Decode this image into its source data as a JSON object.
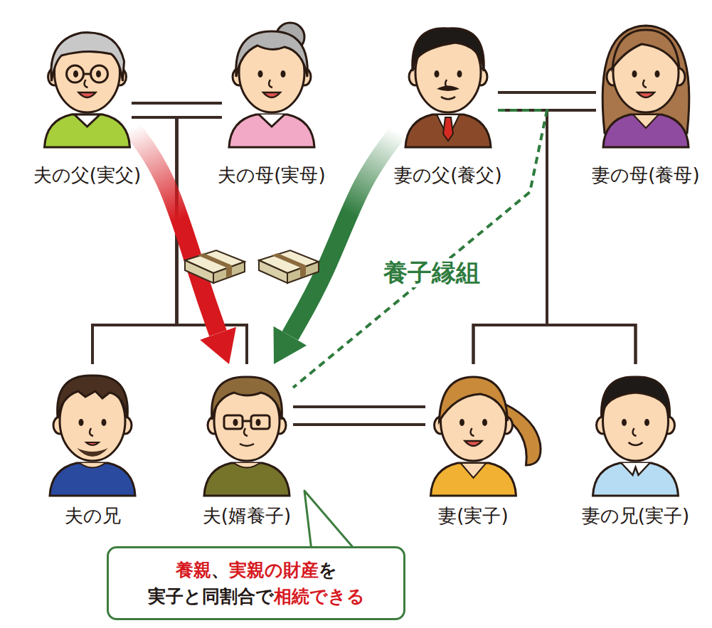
{
  "diagram": {
    "nodes": [
      {
        "text": [
          "夫の父(実父)"
        ]
      },
      {
        "text": [
          "夫の母(実母)"
        ]
      },
      {
        "text": [
          "妻の父(養父)"
        ]
      },
      {
        "text": [
          "妻の母(養母)"
        ]
      },
      {
        "text": [
          "夫の兄"
        ]
      },
      {
        "text": [
          "夫(婿養子)"
        ]
      },
      {
        "text": [
          "妻(実子)"
        ]
      },
      {
        "text": [
          "妻の兄(実子)"
        ]
      },
      {
        "text": [
          "養親、実親の財産を 実子と同割合で相続できる"
        ]
      }
    ],
    "edges": [
      {
        "from": 0,
        "to": 1,
        "arrow": "none"
      },
      {
        "from": 2,
        "to": 3,
        "arrow": "none"
      },
      {
        "from": 5,
        "to": 6,
        "arrow": "none"
      },
      {
        "from": 0,
        "to": 4,
        "arrow": "none"
      },
      {
        "from": 0,
        "to": 5,
        "arrow": "none"
      },
      {
        "from": 1,
        "to": 4,
        "arrow": "none"
      },
      {
        "from": 1,
        "to": 5,
        "arrow": "none"
      },
      {
        "from": 2,
        "to": 6,
        "arrow": "none"
      },
      {
        "from": 2,
        "to": 7,
        "arrow": "none"
      },
      {
        "from": 3,
        "to": 6,
        "arrow": "none"
      },
      {
        "from": 3,
        "to": 7,
        "arrow": "none"
      },
      {
        "from": 0,
        "to": 5,
        "arrow": "to"
      },
      {
        "from": 2,
        "to": 5,
        "arrow": "to"
      },
      {
        "from": 2,
        "to": 5,
        "arrow": "none",
        "label": "養子縁組"
      }
    ]
  }
}
